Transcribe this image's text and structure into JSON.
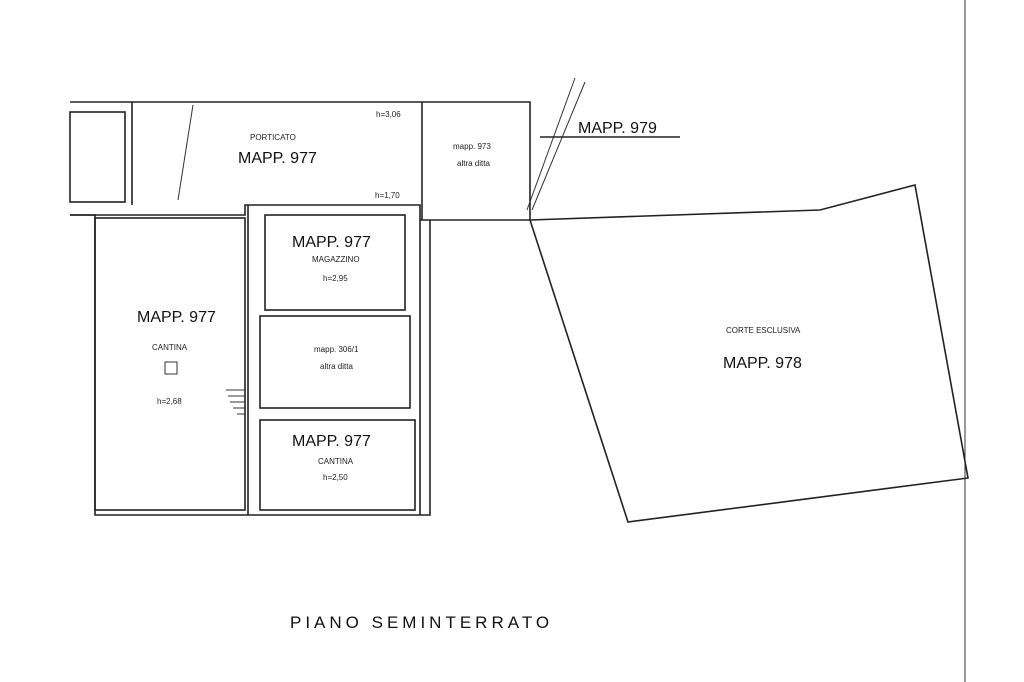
{
  "title": "PIANO SEMINTERRATO",
  "rooms": [
    {
      "map": "MAPP. 977",
      "name": "PORTICATO",
      "height": "h=3,06"
    },
    {
      "map": "mapp. 973",
      "name": "altra ditta"
    },
    {
      "map": "MAPP. 979"
    },
    {
      "map": "MAPP. 977",
      "name": "MAGAZZINO",
      "height": "h=2,95"
    },
    {
      "map": "MAPP. 977",
      "name": "CANTINA",
      "height": "h=2,68"
    },
    {
      "map": "mapp. 306/1",
      "name": "altra ditta"
    },
    {
      "map": "MAPP. 977",
      "name": "CANTINA",
      "height": "h=2,50"
    },
    {
      "map": "MAPP. 978",
      "name": "CORTE ESCLUSIVA"
    }
  ],
  "porticato_step": "h=1,70"
}
